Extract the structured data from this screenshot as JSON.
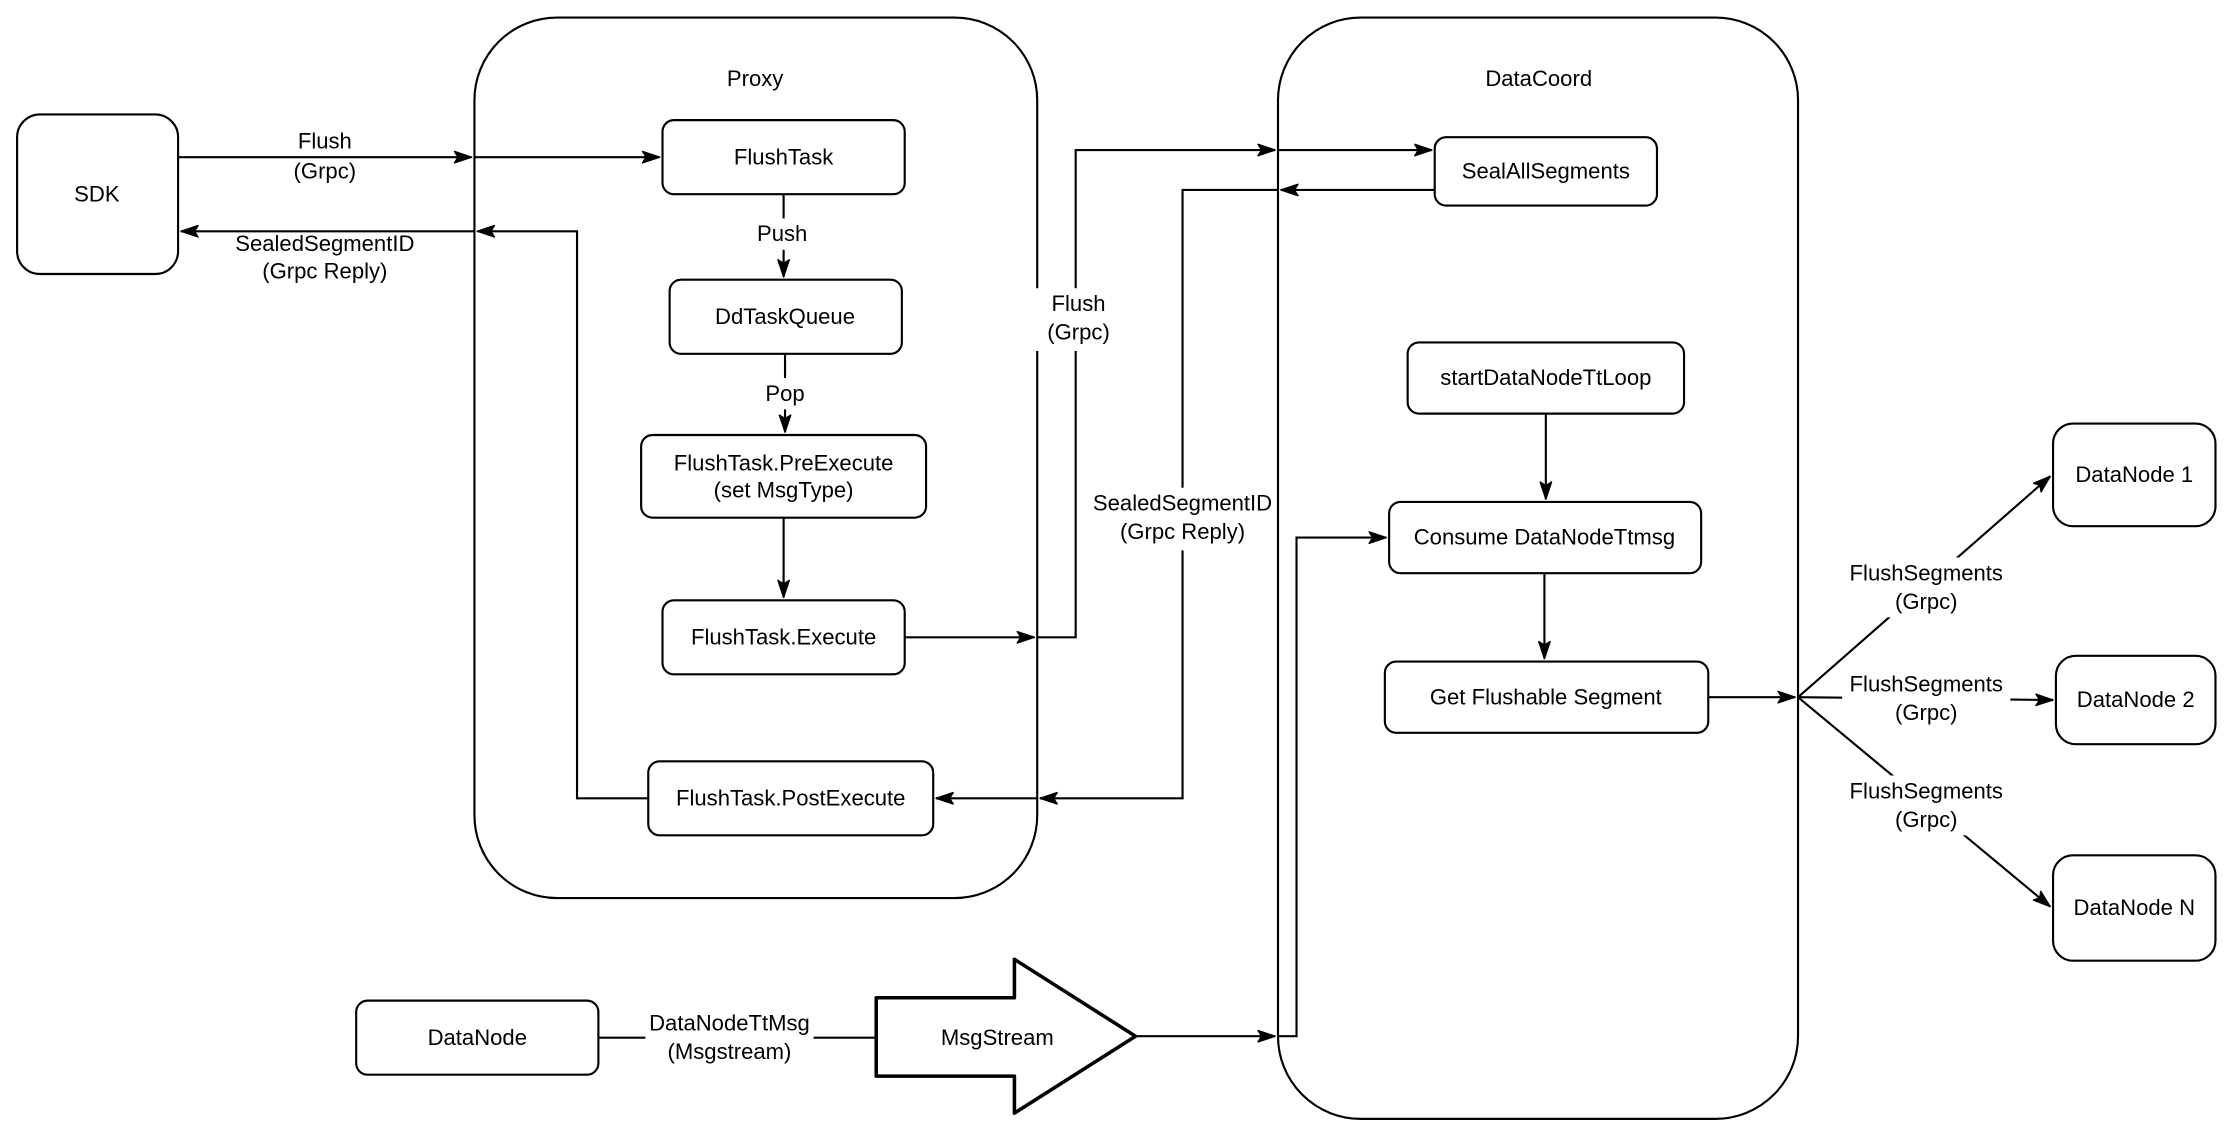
{
  "colors": {
    "background": "#ffffff",
    "stroke": "#000000",
    "text": "#000000"
  },
  "containers": {
    "proxy": "Proxy",
    "datacoord": "DataCoord"
  },
  "nodes": {
    "sdk": "SDK",
    "flushtask": "FlushTask",
    "ddtaskqueue": "DdTaskQueue",
    "preexecute1": "FlushTask.PreExecute",
    "preexecute2": "(set MsgType)",
    "execute": "FlushTask.Execute",
    "postexecute": "FlushTask.PostExecute",
    "sealallsegments": "SealAllSegments",
    "startloop": "startDataNodeTtLoop",
    "consume": "Consume DataNodeTtmsg",
    "getflushable": "Get Flushable Segment",
    "datanode1": "DataNode 1",
    "datanode2": "DataNode 2",
    "datanoden": "DataNode N",
    "datanode": "DataNode",
    "msgstream": "MsgStream"
  },
  "edges": {
    "flush": "Flush",
    "grpc": "(Grpc)",
    "sealedsegmentid": "SealedSegmentID",
    "grpcreply": "(Grpc Reply)",
    "push": "Push",
    "pop": "Pop",
    "flushsegments": "FlushSegments",
    "datanodettmsg": "DataNodeTtMsg",
    "msgstream_transport": "(Msgstream)"
  }
}
